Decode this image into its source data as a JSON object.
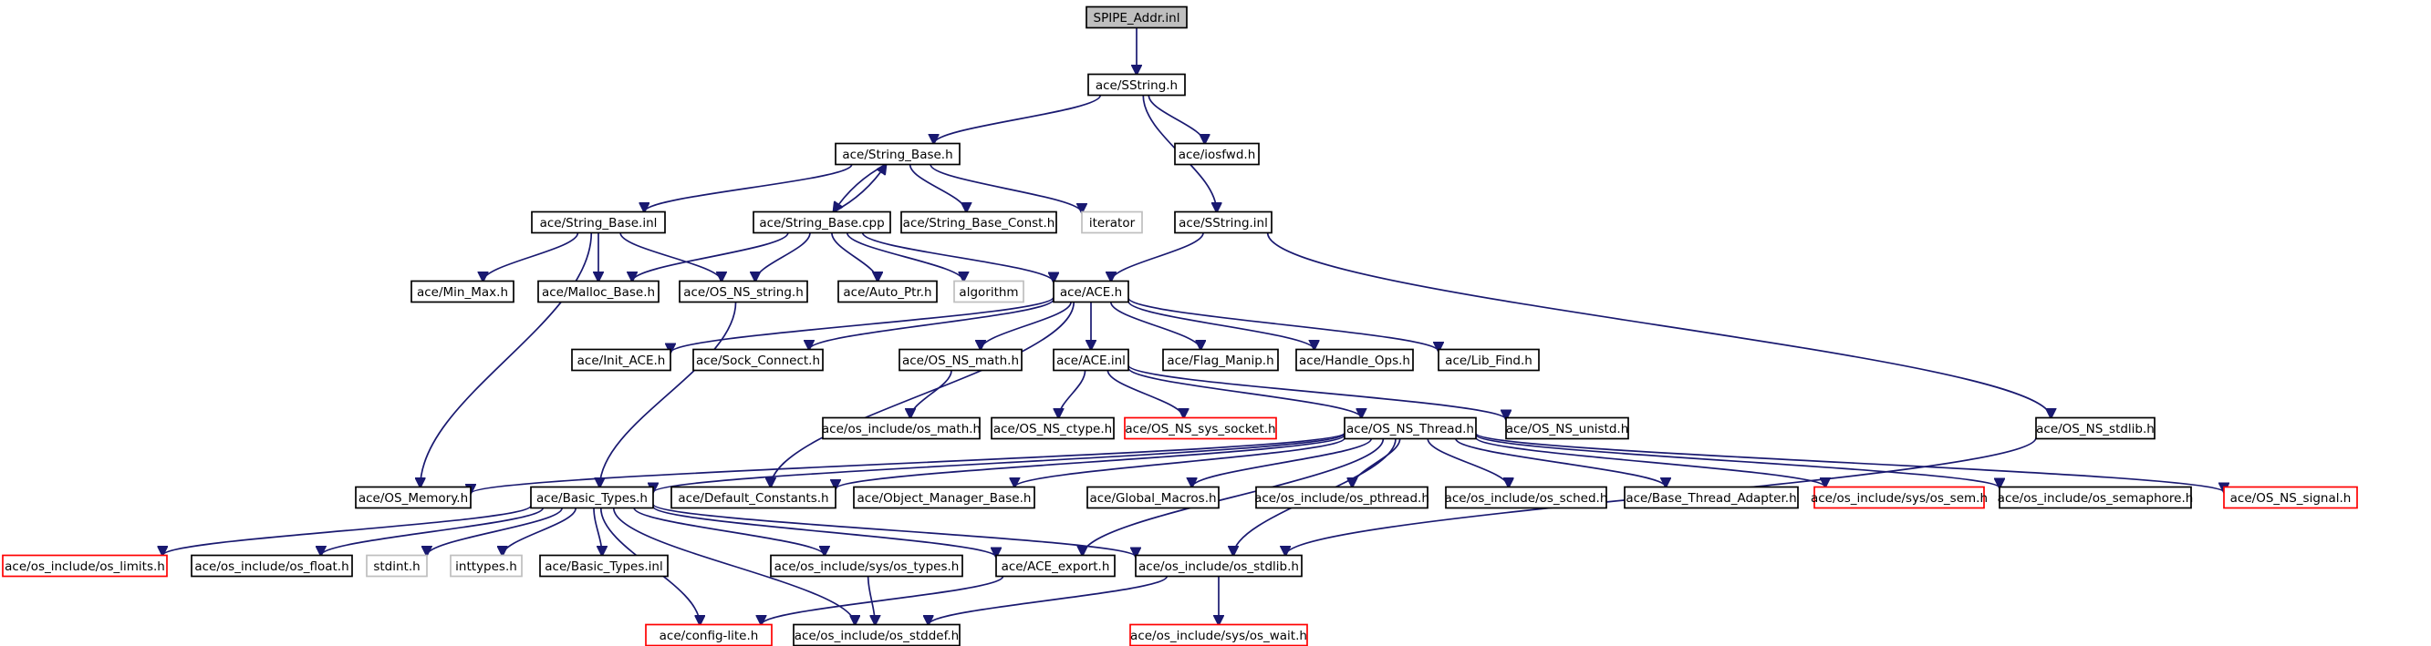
{
  "diagram": {
    "nodes": [
      {
        "id": "spipe_addr_inl",
        "label": "SPIPE_Addr.inl",
        "kind": "root"
      },
      {
        "id": "sstring_h",
        "label": "ace/SString.h",
        "kind": "normal"
      },
      {
        "id": "string_base_h",
        "label": "ace/String_Base.h",
        "kind": "normal"
      },
      {
        "id": "iosfwd_h",
        "label": "ace/iosfwd.h",
        "kind": "normal"
      },
      {
        "id": "string_base_inl",
        "label": "ace/String_Base.inl",
        "kind": "normal"
      },
      {
        "id": "string_base_cpp",
        "label": "ace/String_Base.cpp",
        "kind": "normal"
      },
      {
        "id": "string_base_const_h",
        "label": "ace/String_Base_Const.h",
        "kind": "normal"
      },
      {
        "id": "iterator",
        "label": "iterator",
        "kind": "external"
      },
      {
        "id": "sstring_inl",
        "label": "ace/SString.inl",
        "kind": "normal"
      },
      {
        "id": "min_max_h",
        "label": "ace/Min_Max.h",
        "kind": "normal"
      },
      {
        "id": "malloc_base_h",
        "label": "ace/Malloc_Base.h",
        "kind": "normal"
      },
      {
        "id": "os_ns_string_h",
        "label": "ace/OS_NS_string.h",
        "kind": "normal"
      },
      {
        "id": "auto_ptr_h",
        "label": "ace/Auto_Ptr.h",
        "kind": "normal"
      },
      {
        "id": "algorithm",
        "label": "algorithm",
        "kind": "external"
      },
      {
        "id": "ace_h",
        "label": "ace/ACE.h",
        "kind": "normal"
      },
      {
        "id": "init_ace_h",
        "label": "ace/Init_ACE.h",
        "kind": "normal"
      },
      {
        "id": "sock_connect_h",
        "label": "ace/Sock_Connect.h",
        "kind": "normal"
      },
      {
        "id": "os_ns_math_h",
        "label": "ace/OS_NS_math.h",
        "kind": "normal"
      },
      {
        "id": "ace_inl",
        "label": "ace/ACE.inl",
        "kind": "normal"
      },
      {
        "id": "flag_manip_h",
        "label": "ace/Flag_Manip.h",
        "kind": "normal"
      },
      {
        "id": "handle_ops_h",
        "label": "ace/Handle_Ops.h",
        "kind": "normal"
      },
      {
        "id": "lib_find_h",
        "label": "ace/Lib_Find.h",
        "kind": "normal"
      },
      {
        "id": "os_include_os_math_h",
        "label": "ace/os_include/os_math.h",
        "kind": "normal"
      },
      {
        "id": "os_ns_ctype_h",
        "label": "ace/OS_NS_ctype.h",
        "kind": "normal"
      },
      {
        "id": "os_ns_sys_socket_h",
        "label": "ace/OS_NS_sys_socket.h",
        "kind": "truncated"
      },
      {
        "id": "os_ns_thread_h",
        "label": "ace/OS_NS_Thread.h",
        "kind": "normal"
      },
      {
        "id": "os_ns_unistd_h",
        "label": "ace/OS_NS_unistd.h",
        "kind": "normal"
      },
      {
        "id": "os_ns_stdlib_h",
        "label": "ace/OS_NS_stdlib.h",
        "kind": "normal"
      },
      {
        "id": "os_memory_h",
        "label": "ace/OS_Memory.h",
        "kind": "normal"
      },
      {
        "id": "basic_types_h",
        "label": "ace/Basic_Types.h",
        "kind": "normal"
      },
      {
        "id": "default_constants_h",
        "label": "ace/Default_Constants.h",
        "kind": "normal"
      },
      {
        "id": "object_manager_base_h",
        "label": "ace/Object_Manager_Base.h",
        "kind": "normal"
      },
      {
        "id": "global_macros_h",
        "label": "ace/Global_Macros.h",
        "kind": "normal"
      },
      {
        "id": "os_include_os_pthread_h",
        "label": "ace/os_include/os_pthread.h",
        "kind": "normal"
      },
      {
        "id": "os_include_os_sched_h",
        "label": "ace/os_include/os_sched.h",
        "kind": "normal"
      },
      {
        "id": "base_thread_adapter_h",
        "label": "ace/Base_Thread_Adapter.h",
        "kind": "normal"
      },
      {
        "id": "os_include_sys_os_sem_h",
        "label": "ace/os_include/sys/os_sem.h",
        "kind": "truncated"
      },
      {
        "id": "os_include_os_semaphore_h",
        "label": "ace/os_include/os_semaphore.h",
        "kind": "normal"
      },
      {
        "id": "os_ns_signal_h",
        "label": "ace/OS_NS_signal.h",
        "kind": "truncated"
      },
      {
        "id": "os_include_os_limits_h",
        "label": "ace/os_include/os_limits.h",
        "kind": "truncated"
      },
      {
        "id": "os_include_os_float_h",
        "label": "ace/os_include/os_float.h",
        "kind": "normal"
      },
      {
        "id": "stdint_h",
        "label": "stdint.h",
        "kind": "external"
      },
      {
        "id": "inttypes_h",
        "label": "inttypes.h",
        "kind": "external"
      },
      {
        "id": "basic_types_inl",
        "label": "ace/Basic_Types.inl",
        "kind": "normal"
      },
      {
        "id": "os_include_sys_os_types_h",
        "label": "ace/os_include/sys/os_types.h",
        "kind": "normal"
      },
      {
        "id": "ace_export_h",
        "label": "ace/ACE_export.h",
        "kind": "normal"
      },
      {
        "id": "os_include_os_stdlib_h",
        "label": "ace/os_include/os_stdlib.h",
        "kind": "normal"
      },
      {
        "id": "config_lite_h",
        "label": "ace/config-lite.h",
        "kind": "truncated"
      },
      {
        "id": "os_include_os_stddef_h",
        "label": "ace/os_include/os_stddef.h",
        "kind": "normal"
      },
      {
        "id": "os_include_sys_os_wait_h",
        "label": "ace/os_include/sys/os_wait.h",
        "kind": "truncated"
      }
    ],
    "edges": [
      [
        "spipe_addr_inl",
        "sstring_h"
      ],
      [
        "sstring_h",
        "string_base_h"
      ],
      [
        "sstring_h",
        "iosfwd_h"
      ],
      [
        "sstring_h",
        "sstring_inl"
      ],
      [
        "string_base_h",
        "string_base_inl"
      ],
      [
        "string_base_h",
        "string_base_cpp"
      ],
      [
        "string_base_h",
        "string_base_const_h"
      ],
      [
        "string_base_h",
        "iterator"
      ],
      [
        "string_base_cpp",
        "string_base_h"
      ],
      [
        "string_base_inl",
        "os_memory_h"
      ],
      [
        "string_base_inl",
        "min_max_h"
      ],
      [
        "string_base_inl",
        "malloc_base_h"
      ],
      [
        "string_base_inl",
        "os_ns_string_h"
      ],
      [
        "string_base_cpp",
        "malloc_base_h"
      ],
      [
        "string_base_cpp",
        "os_ns_string_h"
      ],
      [
        "string_base_cpp",
        "auto_ptr_h"
      ],
      [
        "string_base_cpp",
        "algorithm"
      ],
      [
        "string_base_cpp",
        "ace_h"
      ],
      [
        "sstring_inl",
        "ace_h"
      ],
      [
        "sstring_inl",
        "os_ns_stdlib_h"
      ],
      [
        "os_ns_string_h",
        "basic_types_h"
      ],
      [
        "ace_h",
        "init_ace_h"
      ],
      [
        "ace_h",
        "sock_connect_h"
      ],
      [
        "ace_h",
        "os_ns_math_h"
      ],
      [
        "ace_h",
        "ace_inl"
      ],
      [
        "ace_h",
        "flag_manip_h"
      ],
      [
        "ace_h",
        "handle_ops_h"
      ],
      [
        "ace_h",
        "lib_find_h"
      ],
      [
        "ace_h",
        "default_constants_h"
      ],
      [
        "os_ns_math_h",
        "os_include_os_math_h"
      ],
      [
        "ace_inl",
        "os_ns_ctype_h"
      ],
      [
        "ace_inl",
        "os_ns_sys_socket_h"
      ],
      [
        "ace_inl",
        "os_ns_thread_h"
      ],
      [
        "ace_inl",
        "os_ns_unistd_h"
      ],
      [
        "os_ns_stdlib_h",
        "os_include_os_stdlib_h"
      ],
      [
        "os_ns_thread_h",
        "os_memory_h"
      ],
      [
        "os_ns_thread_h",
        "basic_types_h"
      ],
      [
        "os_ns_thread_h",
        "default_constants_h"
      ],
      [
        "os_ns_thread_h",
        "object_manager_base_h"
      ],
      [
        "os_ns_thread_h",
        "global_macros_h"
      ],
      [
        "os_ns_thread_h",
        "os_include_os_pthread_h"
      ],
      [
        "os_ns_thread_h",
        "os_include_os_sched_h"
      ],
      [
        "os_ns_thread_h",
        "base_thread_adapter_h"
      ],
      [
        "os_ns_thread_h",
        "os_include_sys_os_sem_h"
      ],
      [
        "os_ns_thread_h",
        "os_include_os_semaphore_h"
      ],
      [
        "os_ns_thread_h",
        "os_ns_signal_h"
      ],
      [
        "os_ns_thread_h",
        "ace_export_h"
      ],
      [
        "os_ns_thread_h",
        "os_include_os_stdlib_h"
      ],
      [
        "basic_types_h",
        "os_include_os_limits_h"
      ],
      [
        "basic_types_h",
        "os_include_os_float_h"
      ],
      [
        "basic_types_h",
        "stdint_h"
      ],
      [
        "basic_types_h",
        "inttypes_h"
      ],
      [
        "basic_types_h",
        "basic_types_inl"
      ],
      [
        "basic_types_h",
        "os_include_sys_os_types_h"
      ],
      [
        "basic_types_h",
        "ace_export_h"
      ],
      [
        "basic_types_h",
        "os_include_os_stdlib_h"
      ],
      [
        "basic_types_h",
        "config_lite_h"
      ],
      [
        "basic_types_h",
        "os_include_os_stddef_h"
      ],
      [
        "os_include_sys_os_types_h",
        "os_include_os_stddef_h"
      ],
      [
        "ace_export_h",
        "config_lite_h"
      ],
      [
        "os_include_os_stdlib_h",
        "os_include_os_stddef_h"
      ],
      [
        "os_include_os_stdlib_h",
        "os_include_sys_os_wait_h"
      ]
    ]
  }
}
